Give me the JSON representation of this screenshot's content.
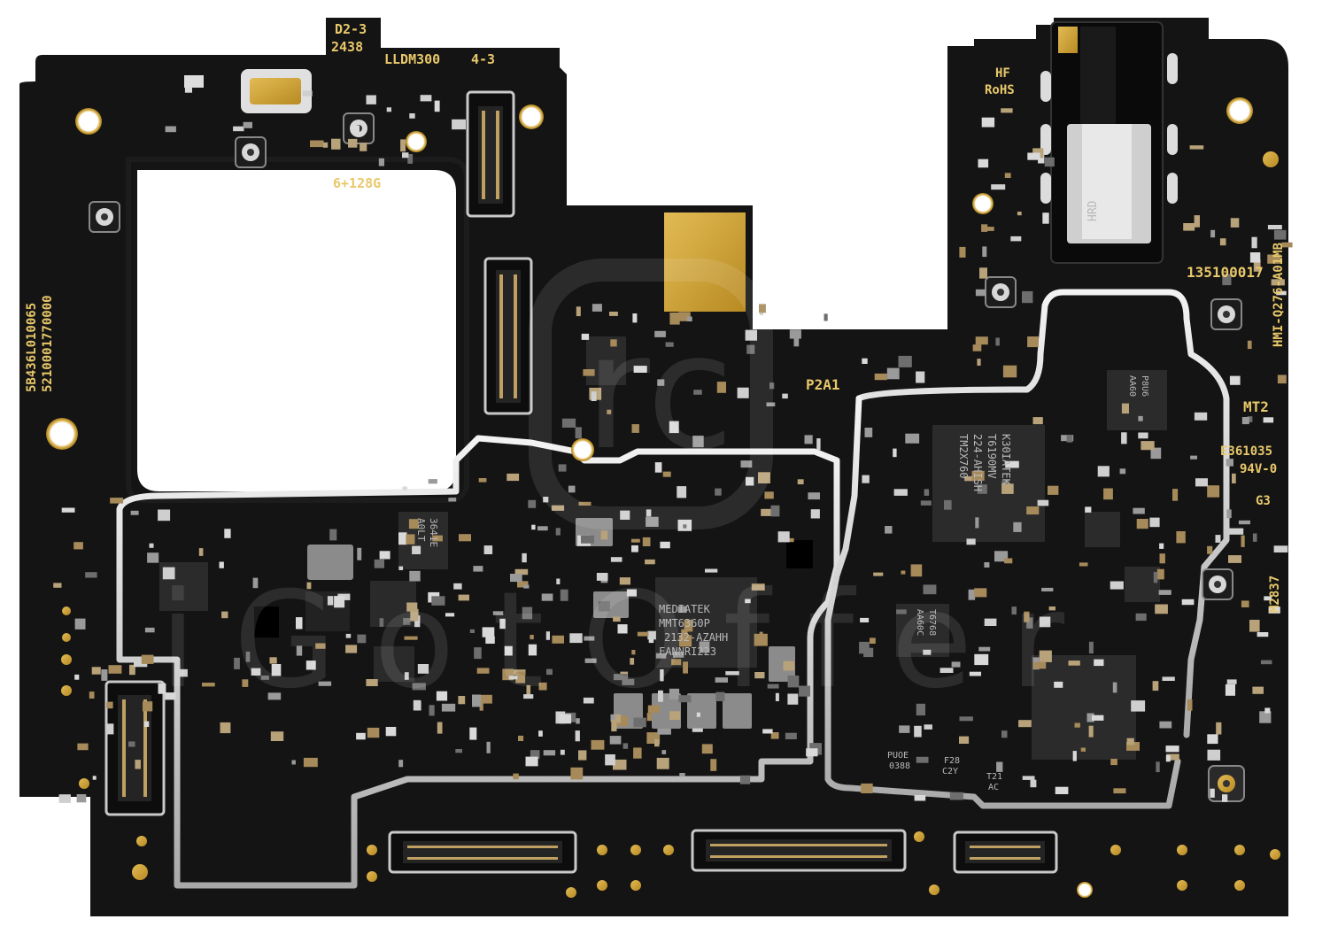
{
  "silkscreen": {
    "top_code_a": "D2-3",
    "top_code_b": "2438",
    "lldm": "LLDM300",
    "lldm_rev": "4-3",
    "memory": "6+128G",
    "hf": "HF",
    "rohs": "RoHS",
    "part_no": "135100017",
    "left_vertical_a": "5B436L010065",
    "left_vertical_b": "5210001770000",
    "right_vertical": "HMI-Q276-A01MB",
    "p2a1": "P2A1",
    "mt2": "MT2",
    "ul_file": "E361035",
    "flame": "94V-0",
    "g3": "G3",
    "m2837": "M2837"
  },
  "chips": {
    "soc": {
      "brand": "MEDIATEK",
      "model": "MMT6360P",
      "line2": "2132-AZAHH",
      "line3": "FANNRI223"
    },
    "transceiver": {
      "brand": "K30IATEK",
      "line1": "T6190MV",
      "line2": "224-AHISH",
      "line3": "TM2X760"
    },
    "pmic_small": {
      "line1": "3641E",
      "line2": "A0LT"
    },
    "chip_a": {
      "line1": "T6768",
      "line2": "AA60C"
    },
    "chip_b": {
      "line1": "P8U6",
      "line2": "AA60"
    },
    "puoe": {
      "line1": "PUOE",
      "line2": "0388"
    },
    "f28": {
      "line1": "F28",
      "line2": "C2Y"
    },
    "t21": {
      "line1": "T21",
      "line2": "AC"
    },
    "jack_mark": "HRD"
  },
  "watermark": {
    "logo": "rc",
    "text": "iGotOffer"
  },
  "colors": {
    "pcb": "#141414",
    "gold": "#c9a032",
    "shield": "#cfcfcf",
    "silkscreen": "#e8c86a"
  }
}
